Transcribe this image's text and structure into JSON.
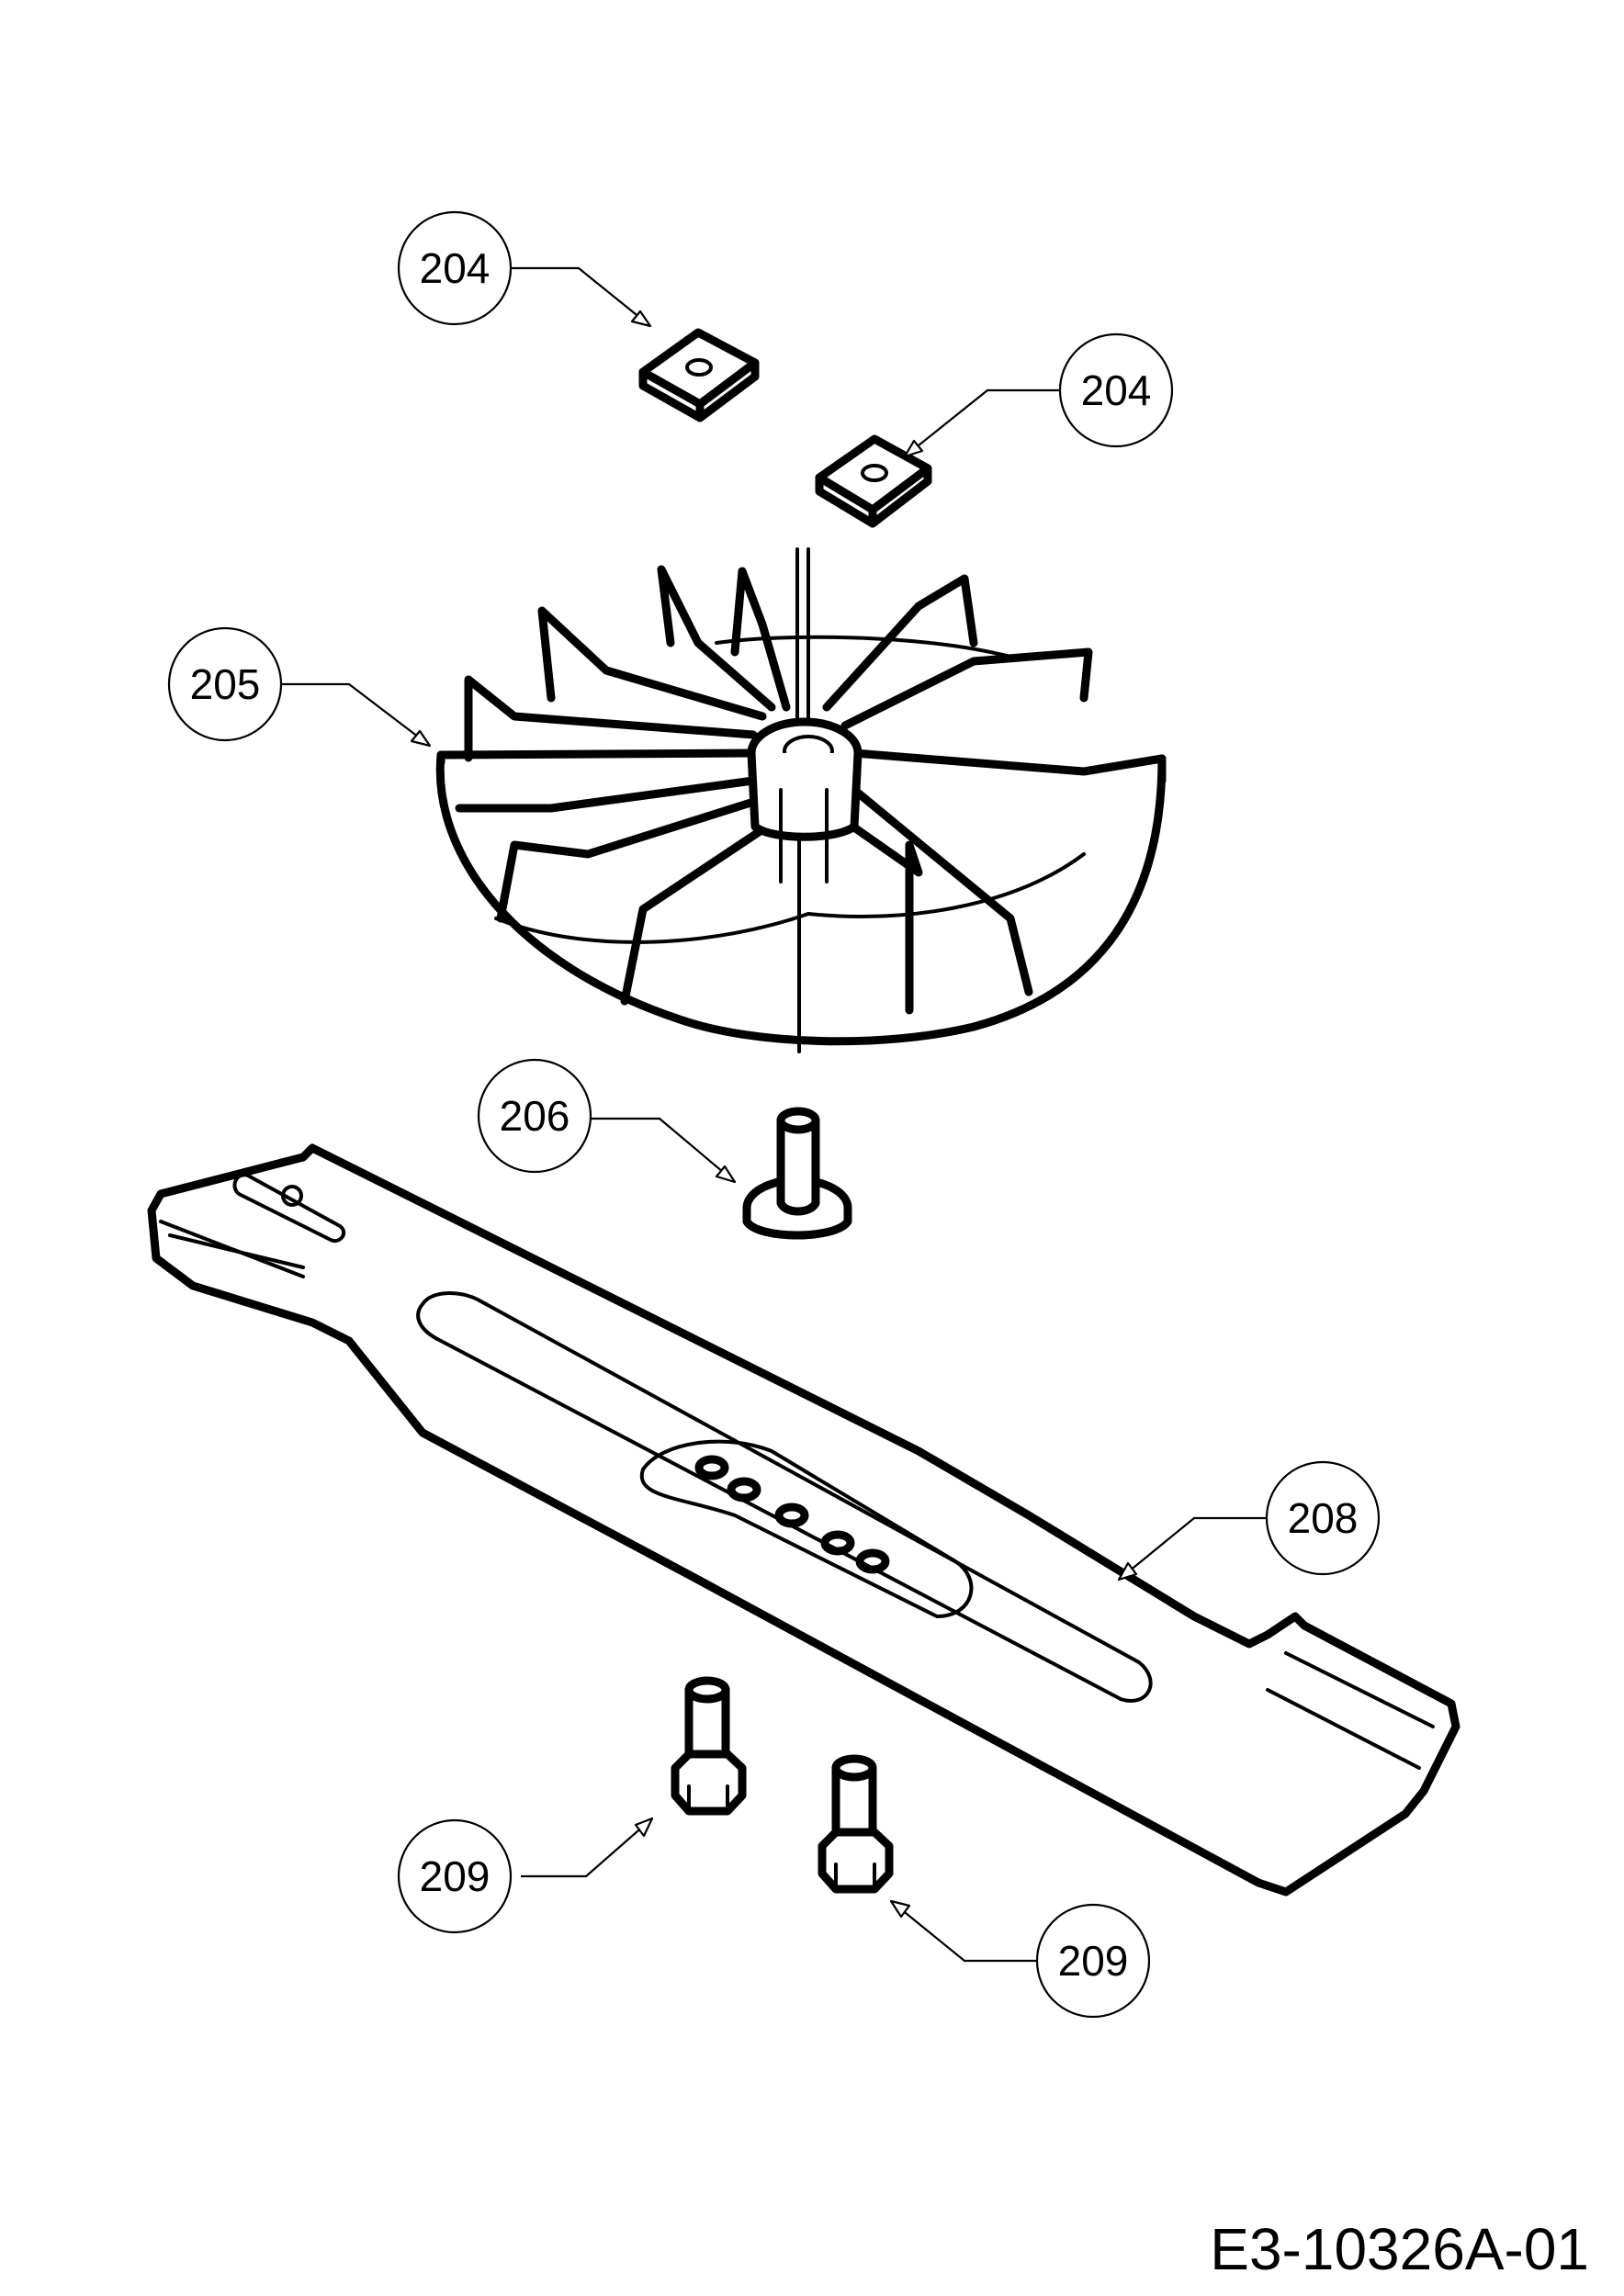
{
  "drawing_code": "E3-10326A-01",
  "callouts": [
    {
      "label": "204",
      "part": "square nut (upper)"
    },
    {
      "label": "204",
      "part": "square nut (lower)"
    },
    {
      "label": "205",
      "part": "fan impeller"
    },
    {
      "label": "206",
      "part": "blade adapter pin"
    },
    {
      "label": "208",
      "part": "cutting blade"
    },
    {
      "label": "209",
      "part": "hex bolt (left)"
    },
    {
      "label": "209",
      "part": "hex bolt (right)"
    }
  ],
  "colors": {
    "line": "#000000",
    "background": "#ffffff"
  }
}
